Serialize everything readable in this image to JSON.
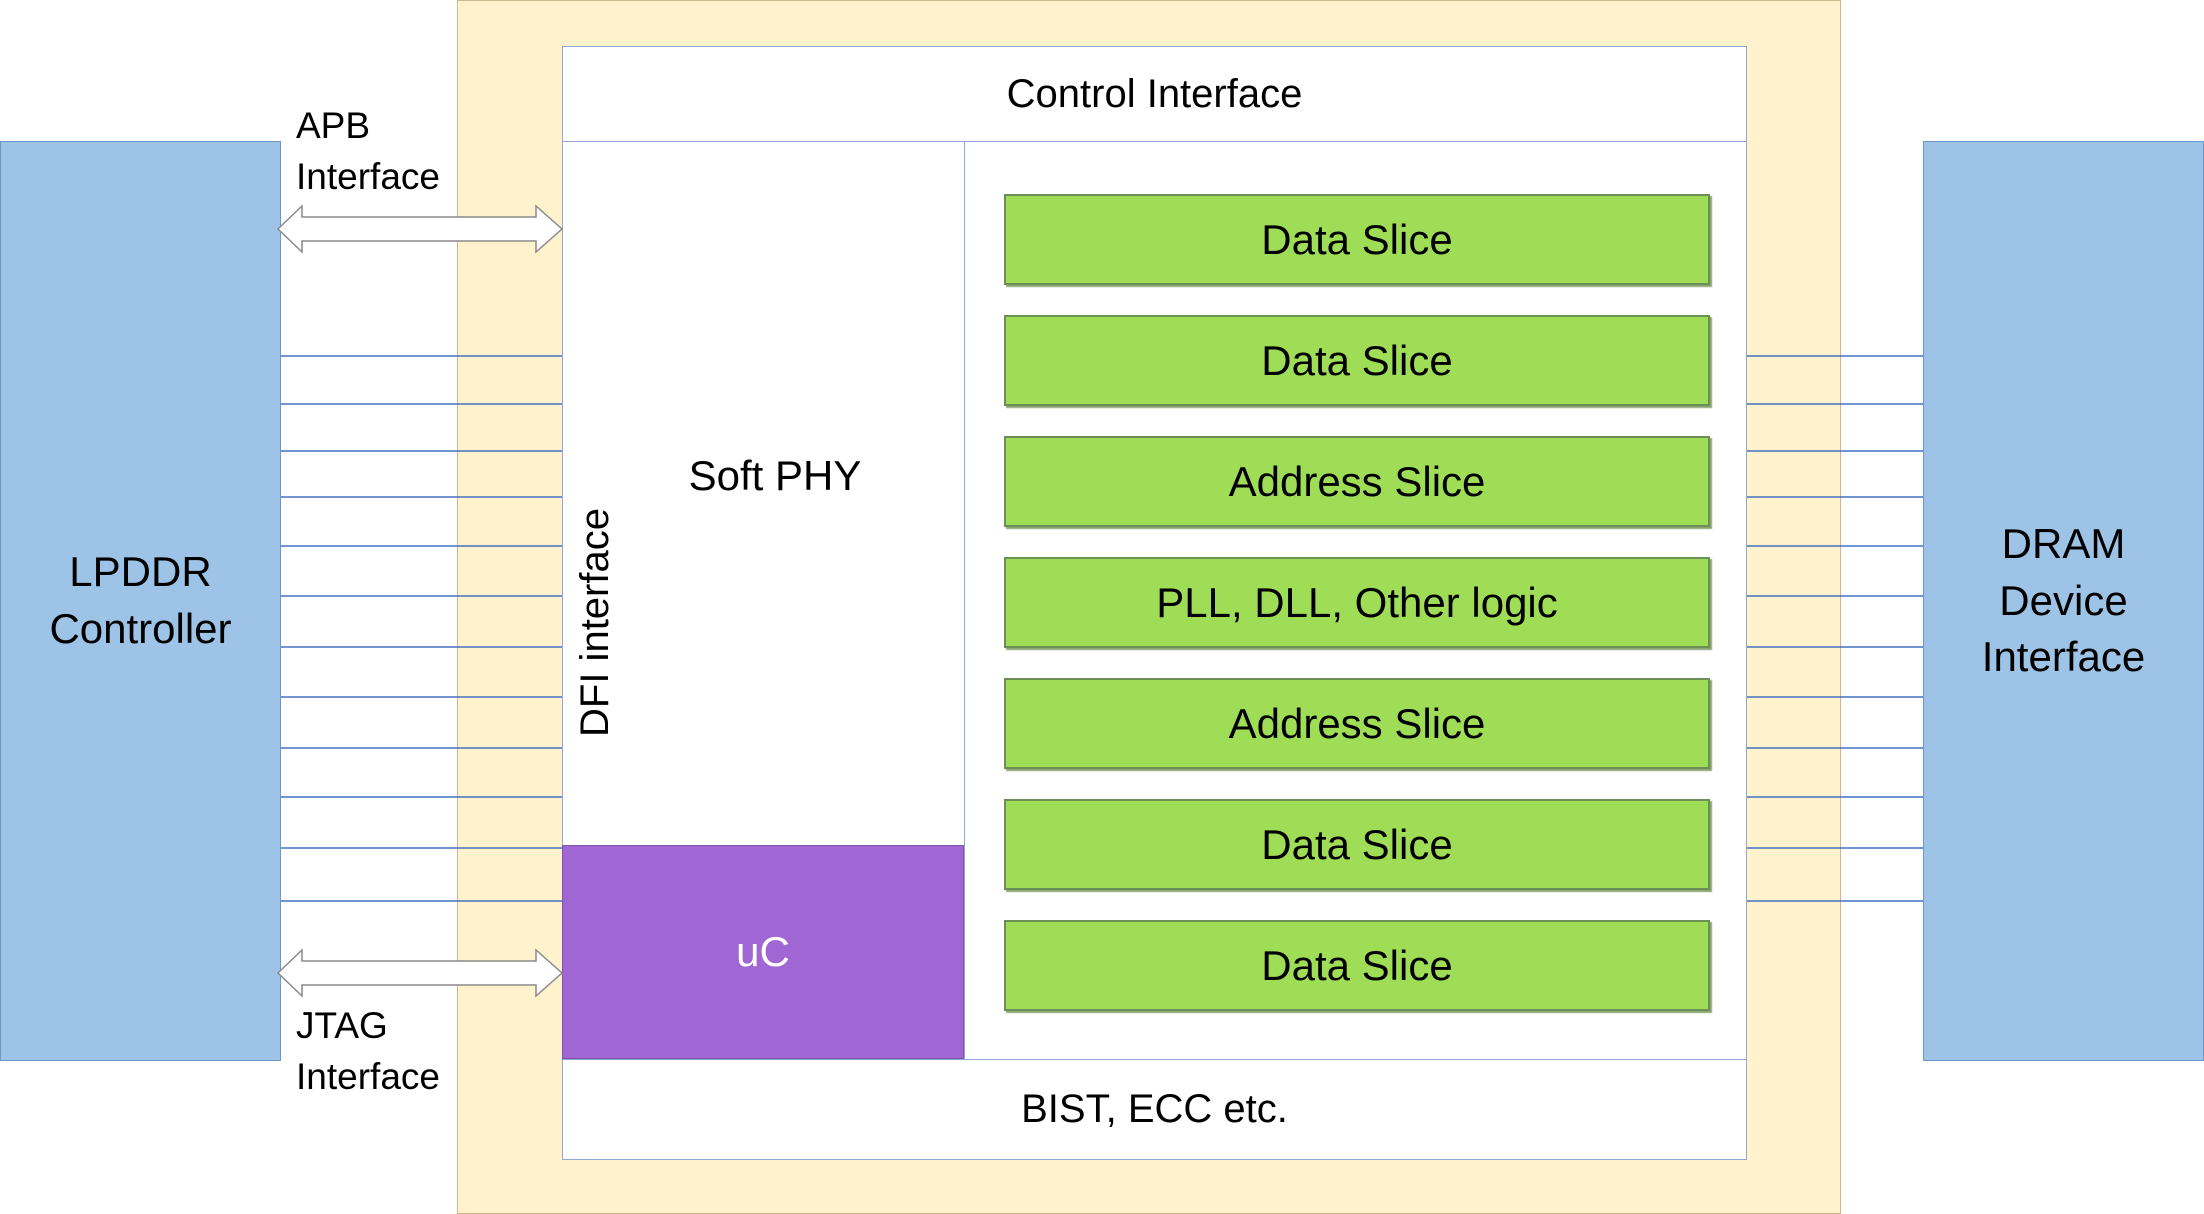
{
  "lpddr_controller": {
    "label": "LPDDR\nController"
  },
  "dram_interface": {
    "label": "DRAM\nDevice\nInterface"
  },
  "phy": {
    "control_interface": "Control Interface",
    "soft_phy": "Soft PHY",
    "dfi_interface": "DFI interface",
    "uc": "uC",
    "bist": "BIST, ECC etc."
  },
  "slices": [
    {
      "label": "Data Slice"
    },
    {
      "label": "Data Slice"
    },
    {
      "label": "Address Slice"
    },
    {
      "label": "PLL, DLL, Other logic"
    },
    {
      "label": "Address Slice"
    },
    {
      "label": "Data Slice"
    },
    {
      "label": "Data Slice"
    }
  ],
  "apb": {
    "label": "APB\nInterface"
  },
  "jtag": {
    "label": "JTAG\nInterface"
  },
  "colors": {
    "controller_fill": "#9dc3e6",
    "phy_frame_fill": "#fff2cc",
    "slice_fill": "#a0dd56",
    "uc_fill": "#a066d3",
    "line_color": "#4472c4"
  }
}
